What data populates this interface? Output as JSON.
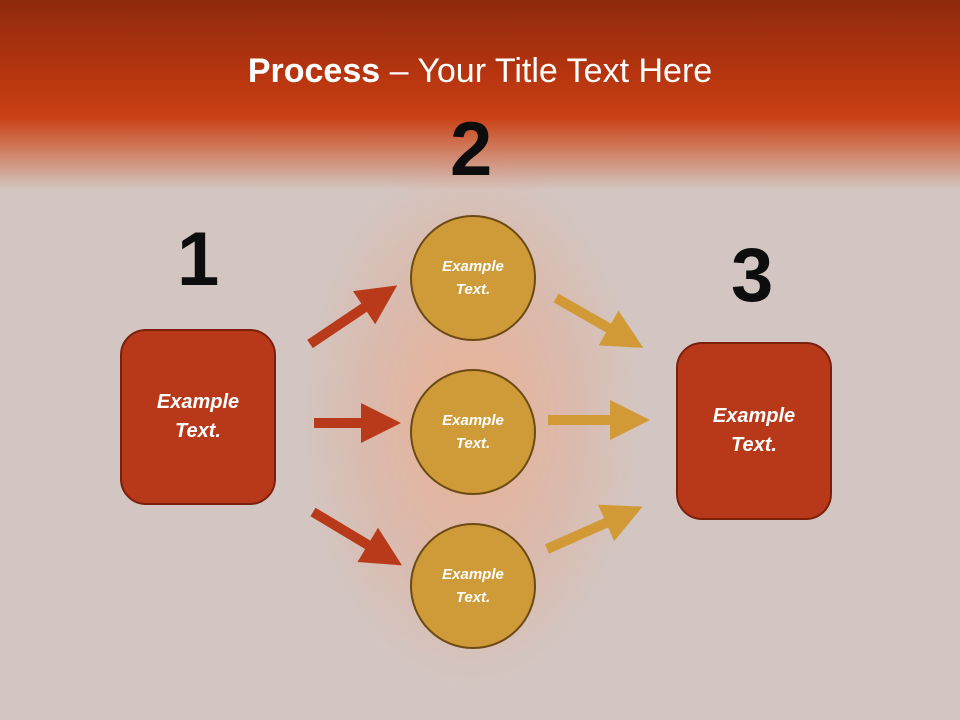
{
  "title": {
    "bold": "Process",
    "rest": " – Your Title Text Here"
  },
  "numbers": [
    "1",
    "2",
    "3"
  ],
  "left_box": {
    "text": "Example Text."
  },
  "circles": [
    {
      "text": "Example Text."
    },
    {
      "text": "Example Text."
    },
    {
      "text": "Example Text."
    }
  ],
  "right_box": {
    "text": "Example Text."
  },
  "colors": {
    "header": "#b7350f",
    "box_fill": "#b8391a",
    "circle_fill": "#cf9a38",
    "left_arrows": "#b83a1a",
    "right_arrows": "#d19a36"
  }
}
